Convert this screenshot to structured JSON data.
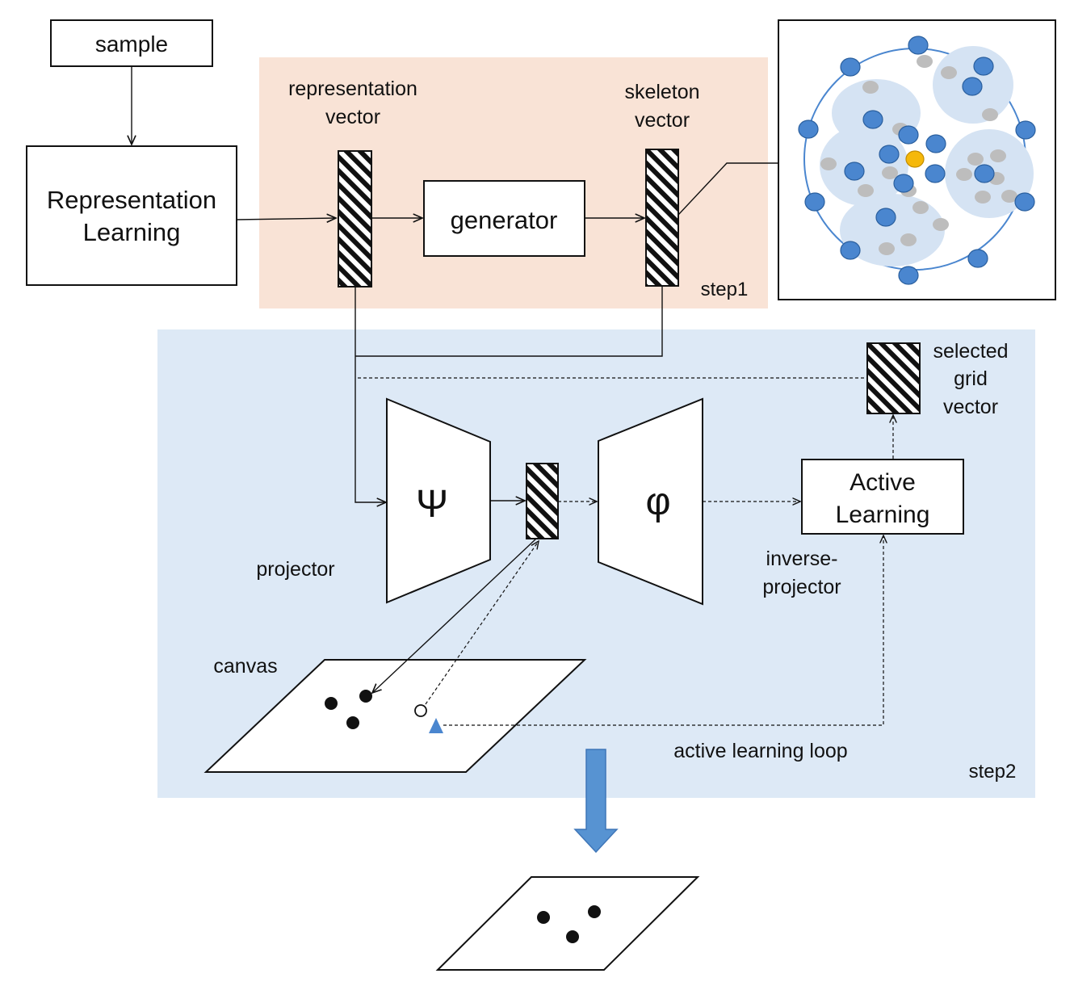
{
  "labels": {
    "sample": "sample",
    "rep_learning_1": "Representation",
    "rep_learning_2": "Learning",
    "rep_vector_1": "representation",
    "rep_vector_2": "vector",
    "generator": "generator",
    "skeleton_1": "skeleton",
    "skeleton_2": "vector",
    "step1": "step1",
    "selected_1": "selected",
    "selected_2": "grid",
    "selected_3": "vector",
    "psi": "Ψ",
    "phi": "φ",
    "active_1": "Active",
    "active_2": "Learning",
    "projector": "projector",
    "inverse_1": "inverse-",
    "inverse_2": "projector",
    "canvas": "canvas",
    "loop": "active learning loop",
    "step2": "step2"
  },
  "colors": {
    "step1_bg": "#f9e3d6",
    "step2_bg": "#dde9f6",
    "blue_node": "#4a86cf",
    "blue_stroke": "#2a5f9e",
    "gray_node": "#bdbdbd",
    "yellow_node": "#f5b80a",
    "cluster_fill": "#d5e3f3",
    "arrow_blue": "#5793d2"
  }
}
